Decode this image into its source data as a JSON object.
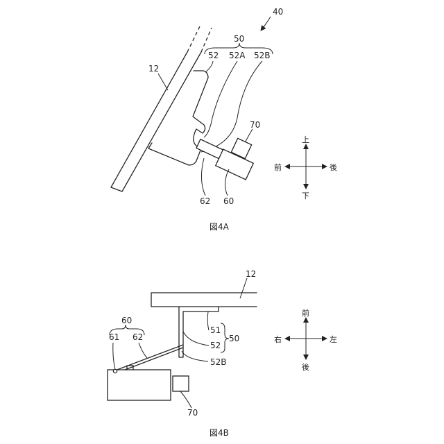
{
  "figure_a": {
    "caption": "図4A",
    "labels": {
      "ref_40": "40",
      "ref_50": "50",
      "ref_52": "52",
      "ref_52a": "52A",
      "ref_52b": "52B",
      "ref_12": "12",
      "ref_70": "70",
      "ref_62": "62",
      "ref_60": "60"
    },
    "directions": {
      "up": "上",
      "down": "下",
      "front": "前",
      "rear": "後"
    }
  },
  "figure_b": {
    "caption": "図4B",
    "labels": {
      "ref_12": "12",
      "ref_60": "60",
      "ref_61": "61",
      "ref_62": "62",
      "ref_51": "51",
      "ref_52": "52",
      "ref_50": "50",
      "ref_52b": "52B",
      "ref_70": "70"
    },
    "directions": {
      "front": "前",
      "rear": "後",
      "right": "右",
      "left": "左"
    }
  }
}
